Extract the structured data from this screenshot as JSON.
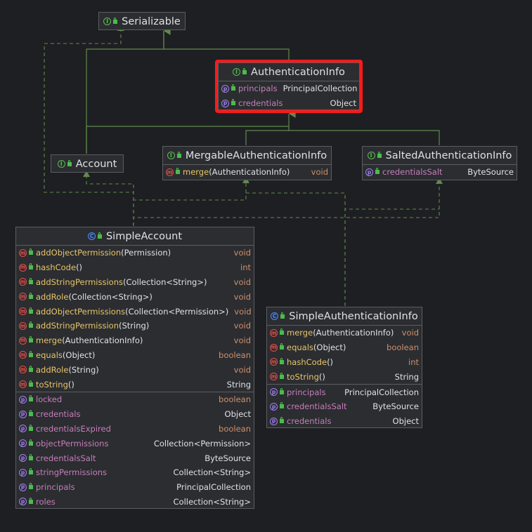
{
  "interfaces": {
    "serializable": {
      "name": "Serializable"
    },
    "authentication_info": {
      "name": "AuthenticationInfo",
      "members": [
        {
          "kind": "p",
          "name": "principals",
          "type": "PrincipalCollection"
        },
        {
          "kind": "p",
          "name": "credentials",
          "type": "Object"
        }
      ]
    },
    "account": {
      "name": "Account"
    },
    "mergable": {
      "name": "MergableAuthenticationInfo",
      "members": [
        {
          "kind": "m",
          "name": "merge",
          "sig": "(AuthenticationInfo)",
          "type": "void"
        }
      ]
    },
    "salted": {
      "name": "SaltedAuthenticationInfo",
      "members": [
        {
          "kind": "p",
          "name": "credentialsSalt",
          "type": "ByteSource"
        }
      ]
    }
  },
  "classes": {
    "simple_account": {
      "name": "SimpleAccount",
      "methods": [
        {
          "name": "addObjectPermission",
          "sig": "(Permission)",
          "type": "void"
        },
        {
          "name": "hashCode",
          "sig": "()",
          "type": "int"
        },
        {
          "name": "addStringPermissions",
          "sig": "(Collection<String>)",
          "type": "void"
        },
        {
          "name": "addRole",
          "sig": "(Collection<String>)",
          "type": "void"
        },
        {
          "name": "addObjectPermissions",
          "sig": "(Collection<Permission>)",
          "type": "void"
        },
        {
          "name": "addStringPermission",
          "sig": "(String)",
          "type": "void"
        },
        {
          "name": "merge",
          "sig": "(AuthenticationInfo)",
          "type": "void"
        },
        {
          "name": "equals",
          "sig": "(Object)",
          "type": "boolean"
        },
        {
          "name": "addRole",
          "sig": "(String)",
          "type": "void"
        },
        {
          "name": "toString",
          "sig": "()",
          "type": "String"
        }
      ],
      "properties": [
        {
          "name": "locked",
          "type": "boolean"
        },
        {
          "name": "credentials",
          "type": "Object"
        },
        {
          "name": "credentialsExpired",
          "type": "boolean"
        },
        {
          "name": "objectPermissions",
          "type": "Collection<Permission>"
        },
        {
          "name": "credentialsSalt",
          "type": "ByteSource"
        },
        {
          "name": "stringPermissions",
          "type": "Collection<String>"
        },
        {
          "name": "principals",
          "type": "PrincipalCollection"
        },
        {
          "name": "roles",
          "type": "Collection<String>"
        }
      ]
    },
    "simple_auth_info": {
      "name": "SimpleAuthenticationInfo",
      "methods": [
        {
          "name": "merge",
          "sig": "(AuthenticationInfo)",
          "type": "void"
        },
        {
          "name": "equals",
          "sig": "(Object)",
          "type": "boolean"
        },
        {
          "name": "hashCode",
          "sig": "()",
          "type": "int"
        },
        {
          "name": "toString",
          "sig": "()",
          "type": "String"
        }
      ],
      "properties": [
        {
          "name": "principals",
          "type": "PrincipalCollection"
        },
        {
          "name": "credentialsSalt",
          "type": "ByteSource"
        },
        {
          "name": "credentials",
          "type": "Object"
        }
      ]
    }
  },
  "colors": {
    "background": "#1e1f22",
    "node_fill": "#2b2d30",
    "edge": "#5f8a4e",
    "highlight": "#ff1a1a",
    "method_name": "#e8c46a",
    "property_name": "#c77dbb",
    "keyword_type": "#cf8e6d"
  }
}
